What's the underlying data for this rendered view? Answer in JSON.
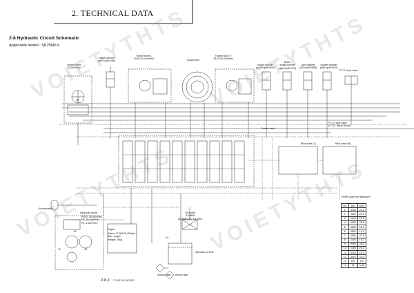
{
  "header": {
    "title": "2. TECHNICAL DATA"
  },
  "section": {
    "title": "2-8  Hydraulic Circuit Schematic",
    "applicable": "Applicable model : SK250R-6"
  },
  "labels": {
    "swing_motor": "Swing motor\n24.5cm³/rev",
    "blade_cylinder": "Blade cylinder\n(φ80×φ45×165)",
    "travel_motor_l": "Travel motor L\n15.67/33.0cm³/rev",
    "swivel_joint": "Swivel joint",
    "travel_motor_r": "Travel motor R\n15.67/33.0cm³/rev",
    "boom_cylinder": "Boom cylinder\n(φ120×φ65×600)",
    "boom_swing_cylinder": "Boom\nswing cylinder\n(φ90×φ45×473)",
    "arm_cylinder": "Arm cylinder\n(φ75×φ45×685)",
    "bucket_cylinder": "Bucket cylinder\n(φ65×φ45×515)",
    "pto_stop_valve": "P.T.O. stop valve",
    "pto_stop_valve_2": "P.T.O. stop valve\n(P.T.O. direct return)",
    "control_valve": "Control valve",
    "pilot_valve_l": "Pilot valve (L)",
    "pilot_valve_r": "Pilot valve (R)",
    "accumulator": "Accumulator",
    "hydraulic_pump": "Hydraulic pump",
    "pump_spec": "P1P2: 25.4cm³/rev\nP3: 18.1cm³/rev\nP4: 4.5cm³/rev",
    "engine": "Engine",
    "engine_spec": "Rated: 27.9kW/2,400min⁻¹\nMax. torque\nWeight: 26kg",
    "oil_cooler": "Oil cooler\n9.4kW/h\n(Ambient 40, 14L/min)",
    "hydraulic_oil_tank": "Hydraulic oil tank",
    "return_filter": "Return filter",
    "suction_filter": "Suction filter"
  },
  "relief_table": {
    "caption": "Relief valve set pressure",
    "head": [
      "No.",
      "psi",
      "MPa"
    ],
    "rows": [
      [
        "1",
        "3045",
        "21.0"
      ],
      [
        "2",
        "3620",
        "25.0"
      ],
      [
        "3",
        "3405",
        "23.5"
      ],
      [
        "4",
        "3695",
        "25.5"
      ],
      [
        "5",
        "3695",
        "25.5"
      ],
      [
        "6",
        "2800",
        "19.3"
      ],
      [
        "7",
        "3990",
        "27.5"
      ],
      [
        "8",
        "2420",
        "16.7"
      ],
      [
        "9",
        "4060",
        "28.0"
      ],
      [
        "10",
        "3190",
        "22.0"
      ],
      [
        "11",
        "3050",
        "21.0"
      ],
      [
        "12",
        "3475",
        "24.0"
      ],
      [
        "13",
        "437",
        "3.0"
      ],
      [
        "14",
        "51",
        "0.35"
      ]
    ]
  },
  "footer": {
    "page": "2-8-1",
    "doc": "7/2016  SM-SK25SR"
  },
  "watermark": "VOIETYTHTS"
}
